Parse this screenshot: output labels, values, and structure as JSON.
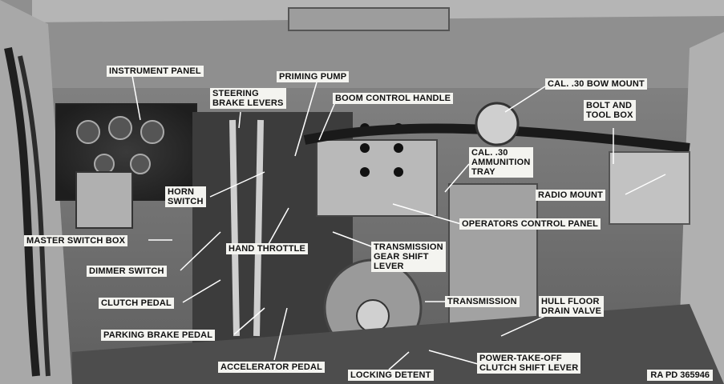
{
  "labels": {
    "instrument_panel": "INSTRUMENT PANEL",
    "priming_pump": "PRIMING PUMP",
    "steering_brake_levers": [
      "STEERING",
      "BRAKE LEVERS"
    ],
    "boom_control_handle": "BOOM CONTROL HANDLE",
    "cal30_bow_mount": "CAL. .30 BOW MOUNT",
    "bolt_and_tool_box": [
      "BOLT AND",
      "TOOL BOX"
    ],
    "cal30_ammunition_tray": [
      "CAL. .30",
      "AMMUNITION",
      "TRAY"
    ],
    "horn_switch": [
      "HORN",
      "SWITCH"
    ],
    "radio_mount": "RADIO MOUNT",
    "operators_control_panel": "OPERATORS CONTROL PANEL",
    "master_switch_box": "MASTER SWITCH BOX",
    "hand_throttle": "HAND THROTTLE",
    "transmission_gear_shift_lever": [
      "TRANSMISSION",
      "GEAR SHIFT",
      "LEVER"
    ],
    "dimmer_switch": "DIMMER SWITCH",
    "clutch_pedal": "CLUTCH PEDAL",
    "transmission": "TRANSMISSION",
    "hull_floor_drain_valve": [
      "HULL FLOOR",
      "DRAIN VALVE"
    ],
    "parking_brake_pedal": "PARKING BRAKE PEDAL",
    "power_take_off_clutch_shift_lever": [
      "POWER-TAKE-OFF",
      "CLUTCH SHIFT LEVER"
    ],
    "accelerator_pedal": "ACCELERATOR PEDAL",
    "locking_detent": "LOCKING DETENT"
  },
  "reference": "RA PD 365946"
}
